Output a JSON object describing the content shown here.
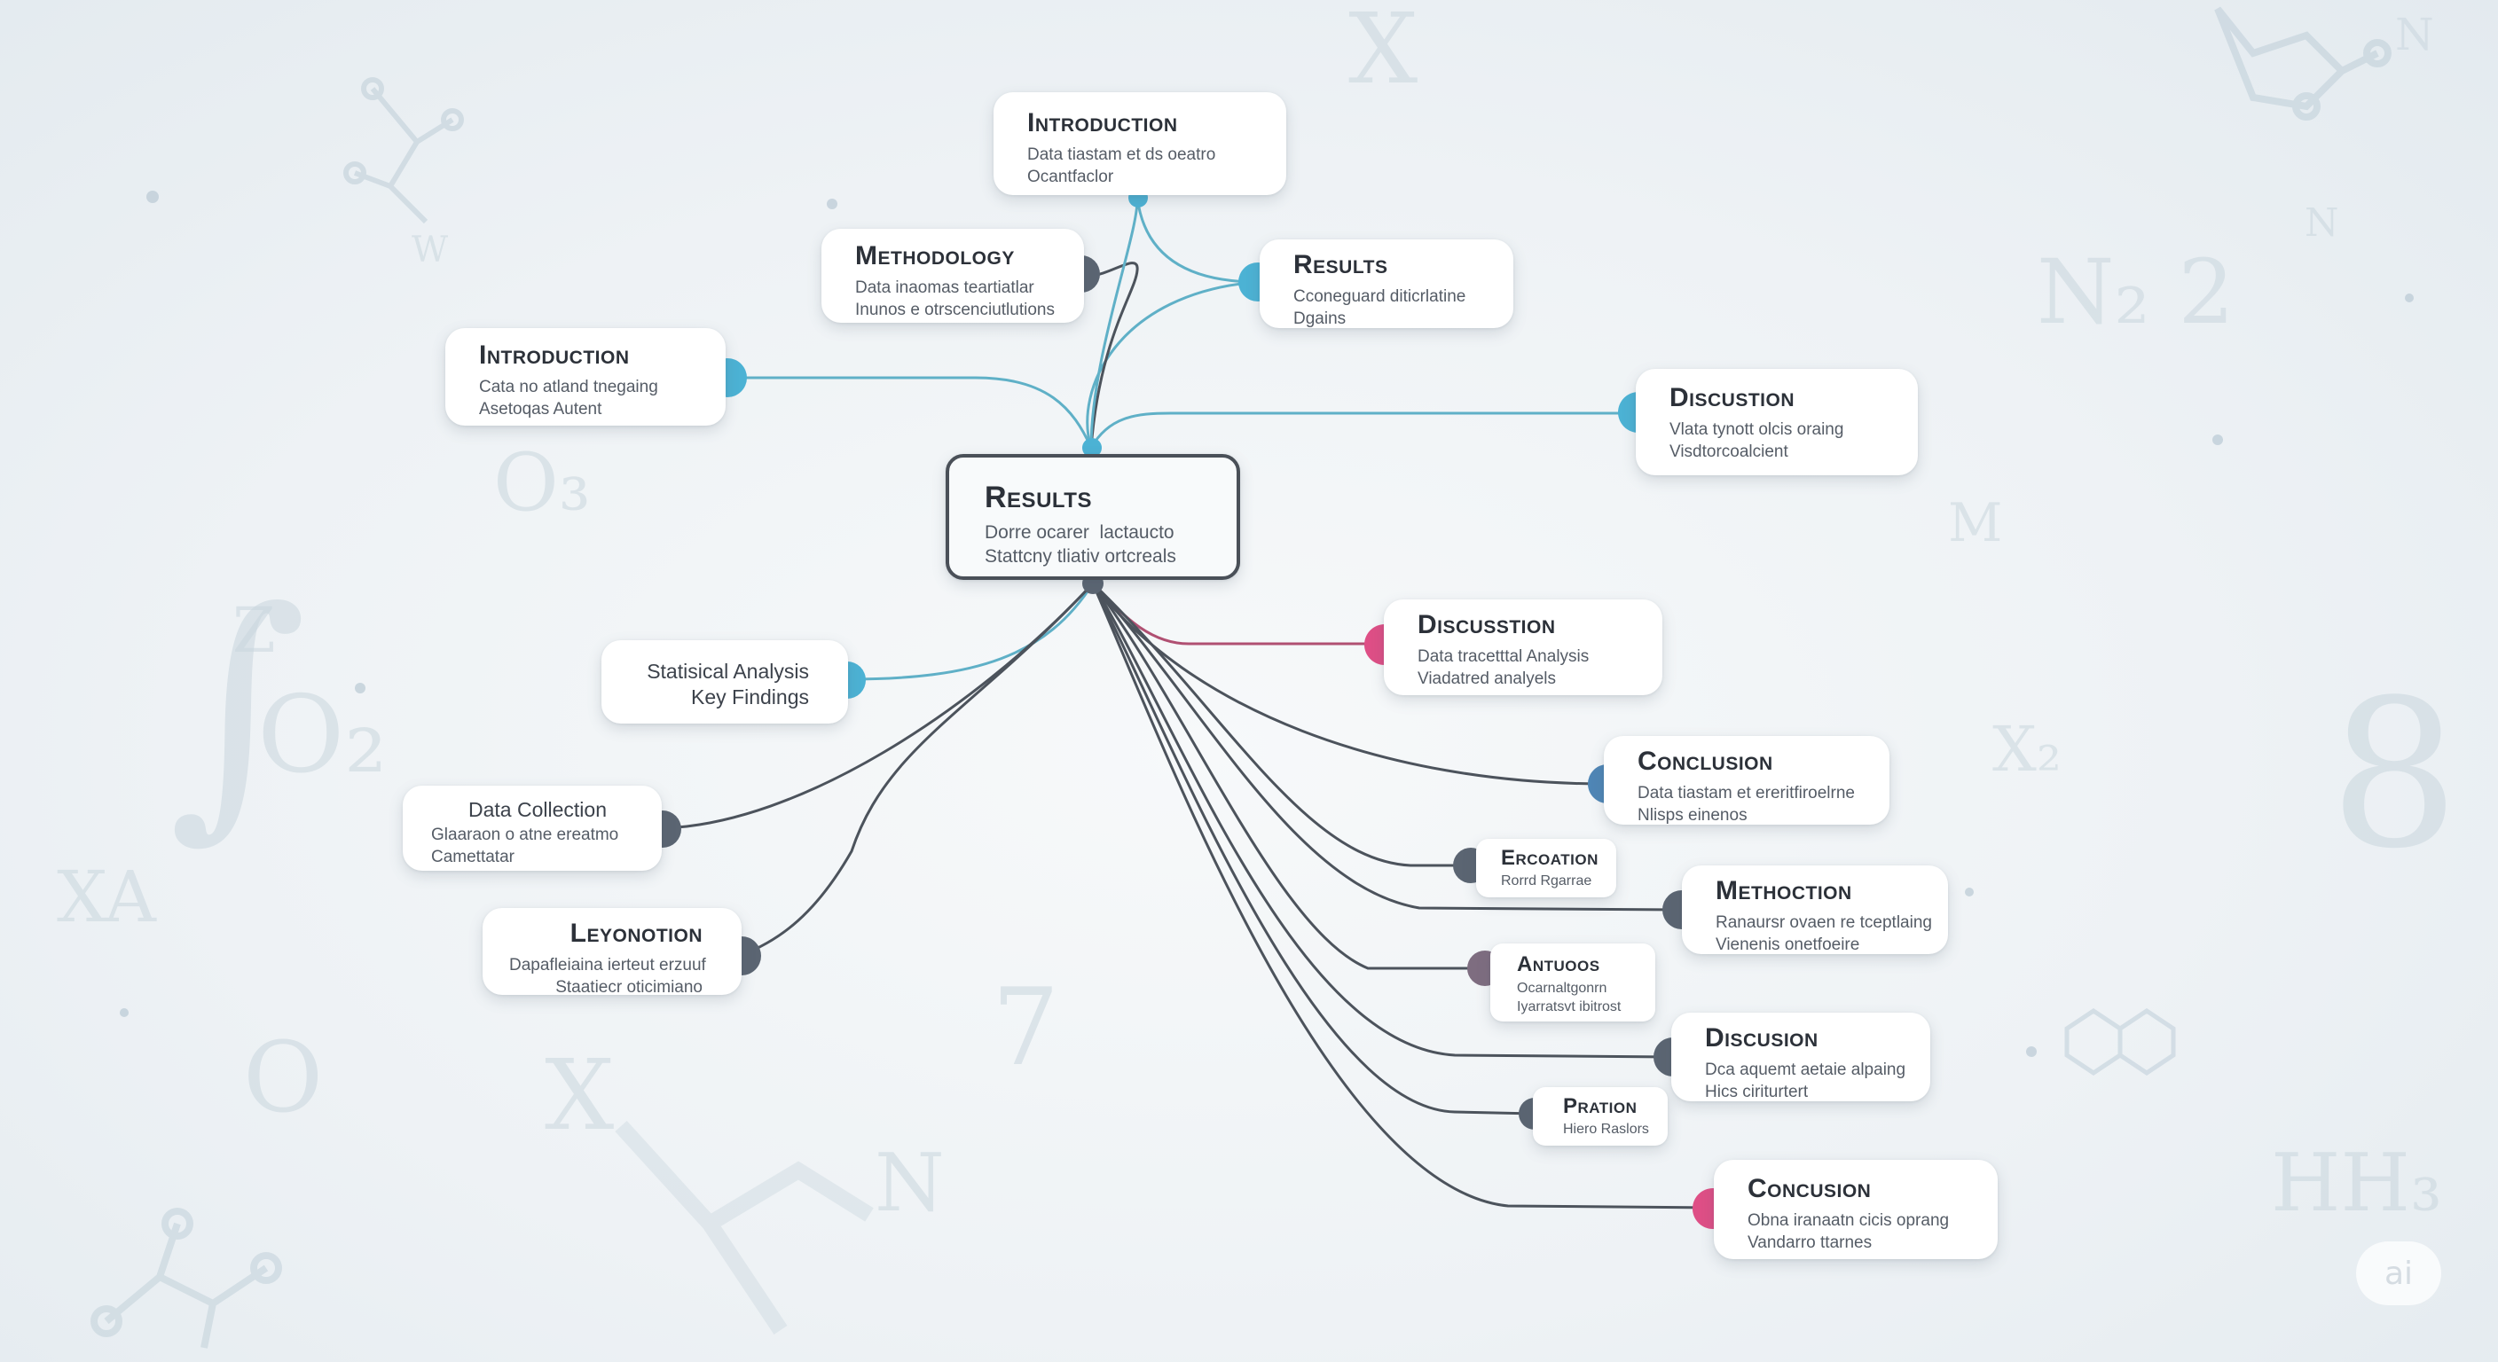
{
  "center": {
    "title": "Results",
    "lines": [
      "Dorre ocarer  lactaucto",
      "Stattcny tliativ ortcreals"
    ]
  },
  "nodes": [
    {
      "id": "n1",
      "title": "Introduction",
      "lines": [
        "Data tiastam et ds oeatro",
        "Ocantfaclor"
      ]
    },
    {
      "id": "n2",
      "title": "Methodology",
      "lines": [
        "Data inaomas teartiatlar",
        "Inunos e otrscenciutlutions"
      ]
    },
    {
      "id": "n3",
      "title": "Results",
      "lines": [
        "Cconeguard diticrlatine",
        "Dgains"
      ]
    },
    {
      "id": "n4",
      "title": "Introduction",
      "lines": [
        "Cata no atland tnegaing",
        "Asetoqas Autent"
      ]
    },
    {
      "id": "n5",
      "title": "Discustion",
      "lines": [
        "Vlata tynott olcis oraing",
        "Visdtorcoalcient"
      ]
    },
    {
      "id": "n6",
      "title": "Discusstion",
      "lines": [
        "Data tracetttal Analysis",
        "Viadatred analyels"
      ]
    },
    {
      "id": "n7",
      "title": "",
      "plain": "Statisical Analysis",
      "lines": [
        "Key Findings"
      ]
    },
    {
      "id": "n8",
      "title": "Conclusion",
      "lines": [
        "Data tiastam et ereritfiroelrne",
        "Nlisps einenos"
      ]
    },
    {
      "id": "n9",
      "title": "",
      "plain": "Data Collection",
      "lines": [
        "Glaaraon o atne ereatmo",
        "Camettatar"
      ]
    },
    {
      "id": "n10",
      "title": "Ercoation",
      "lines": [
        "Rorrd Rgarrae"
      ]
    },
    {
      "id": "n11",
      "title": "Methoction",
      "lines": [
        "Ranaursr ovaen re tceptlaing",
        "Vienenis onetfoeire"
      ]
    },
    {
      "id": "n12",
      "title": "Leyonotion",
      "lines": [
        "Dapafleiaina ierteut erzuuf",
        "Staatiecr oticimiano"
      ]
    },
    {
      "id": "n13",
      "title": "Antuoos",
      "lines": [
        "Ocarnaltgonrn",
        "Iyarratsvt ibitrost"
      ]
    },
    {
      "id": "n14",
      "title": "Discusion",
      "lines": [
        "Dca aquemt aetaie alpaing",
        "Hics ciriturtert"
      ]
    },
    {
      "id": "n15",
      "title": "Pration",
      "lines": [
        "Hiero Raslors"
      ]
    },
    {
      "id": "n16",
      "title": "Concusion",
      "lines": [
        "Obna iranaatn cicis oprang",
        "Vandarro ttarnes"
      ]
    }
  ],
  "colors": {
    "blue": "#4cb2d4",
    "slate": "#5b6572",
    "pink": "#de4f86",
    "mauve": "#7e6d80",
    "steel": "#4f86b6",
    "line_blue": "#5fb0c7",
    "line_gray": "#4c535c",
    "line_red": "#b05072"
  },
  "badge": {
    "text": "ai"
  },
  "background_glyphs": [
    "X",
    "N",
    "N",
    "N₂ 2",
    "O₃",
    "M",
    "Z",
    "O₂",
    "XA",
    "O",
    "X",
    "N",
    "X₂",
    "HH₃",
    "8",
    "7",
    "∫",
    "W"
  ]
}
